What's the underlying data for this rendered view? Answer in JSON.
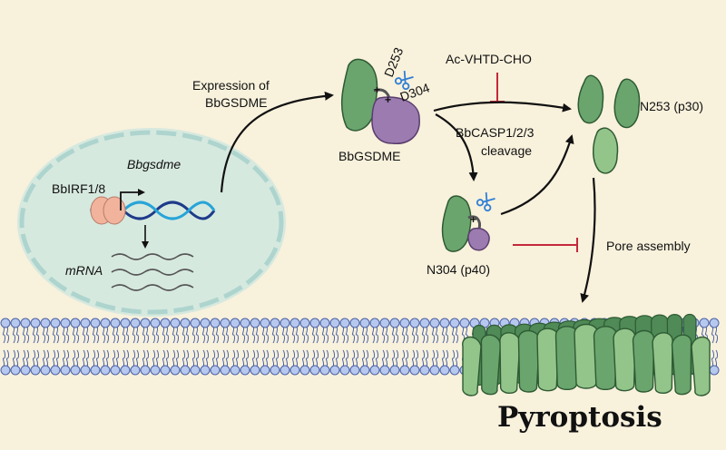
{
  "labels": {
    "gene": "Bbgsdme",
    "factor": "BbIRF1/8",
    "mrna": "mRNA",
    "expression_line1": "Expression of",
    "expression_line2": "BbGSDME",
    "protein": "BbGSDME",
    "site_d253": "D253",
    "site_d304": "D304",
    "inhibitor": "Ac-VHTD-CHO",
    "cleavage_line1": "BbCASP1/2/3",
    "cleavage_line2": "cleavage",
    "fragment_n253": "N253 (p30)",
    "fragment_n304": "N304 (p40)",
    "pore_assembly": "Pore assembly",
    "outcome": "Pyroptosis"
  },
  "colors": {
    "background": "#f8f1dc",
    "nucleus_fill": "#d6e9df",
    "nucleus_border": "#aed4ce",
    "membrane_head": "#b7c8ef",
    "membrane_stroke": "#4c63a6",
    "ntd_green": "#6aa56d",
    "ntd_light_green": "#93c58a",
    "ntd_stroke": "#2e5a33",
    "ctd_purple": "#9b7bb0",
    "ctd_stroke": "#5a3d6e",
    "cleave_mark": "#d43a3a",
    "inhibit": "#c5283a",
    "dna_a": "#1e3b8a",
    "dna_b": "#27a4d8",
    "irf": "#f2b39c",
    "scissors": "#2f7fd6"
  }
}
